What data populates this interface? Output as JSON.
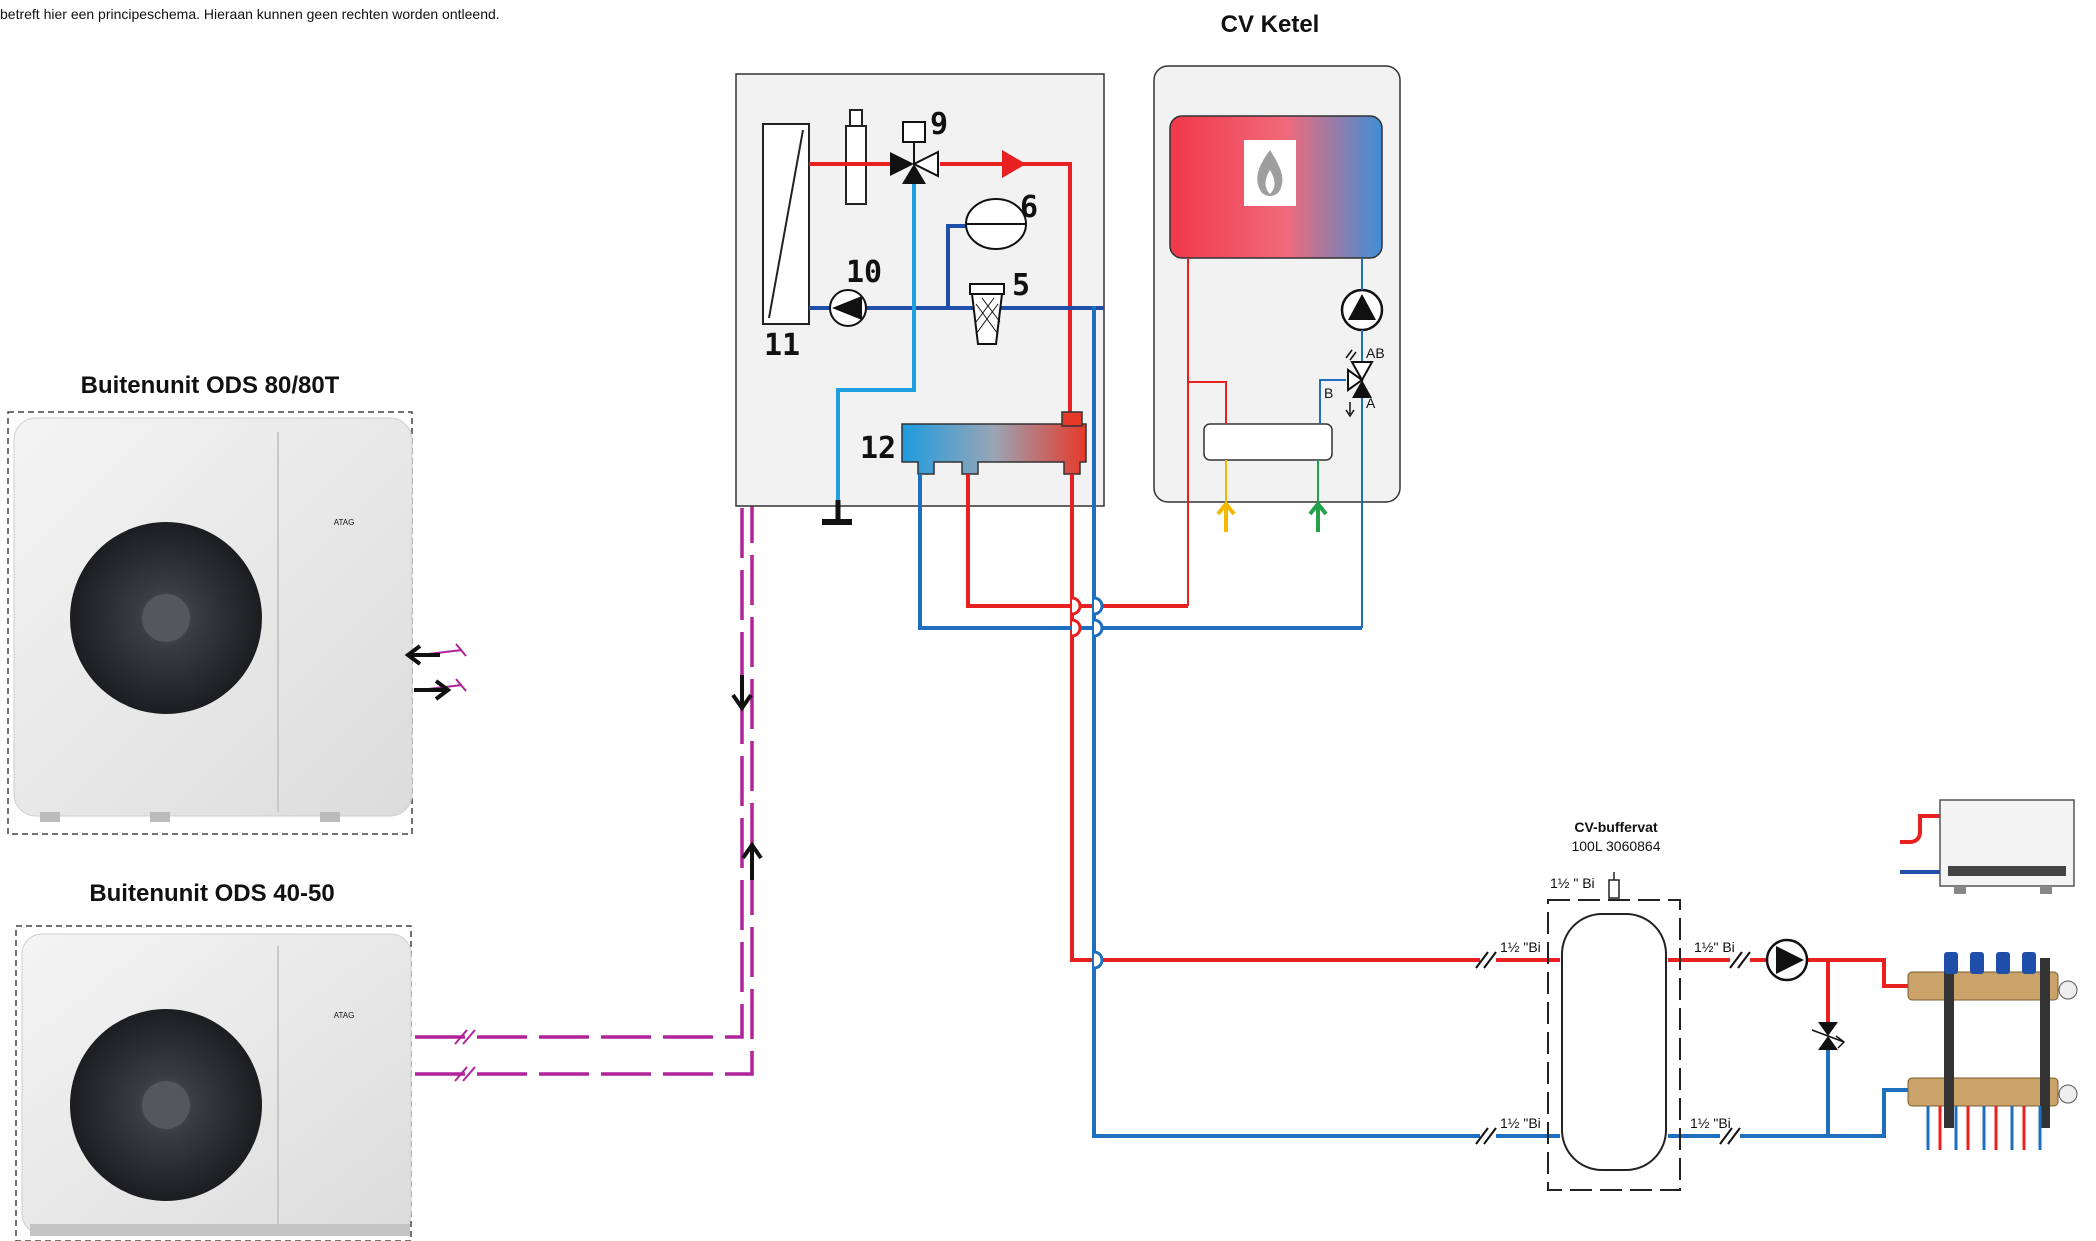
{
  "disclaimer": "betreft hier een principeschema. Hieraan kunnen geen rechten worden ontleend.",
  "boiler": {
    "title": "CV Ketel",
    "valve_ab": "AB",
    "valve_a": "A",
    "valve_b": "B"
  },
  "outdoor_units": [
    {
      "title": "Buitenunit ODS 80/80T",
      "brand": "ATAG"
    },
    {
      "title": "Buitenunit ODS 40-50",
      "brand": "ATAG"
    }
  ],
  "component_numbers": {
    "valve": "9",
    "expansion_vessel": "6",
    "pump": "10",
    "filter": "5",
    "heat_exchanger": "11",
    "hydraulic_header": "12"
  },
  "buffer_vessel": {
    "title": "CV-buffervat",
    "subtitle": "100L 3060864",
    "top_connection": "1½ \" Bi",
    "left_top": "1½ \"Bi",
    "right_top": "1½\" Bi",
    "left_bottom": "1½ \"Bi",
    "right_bottom": "1½ \"Bi"
  },
  "colors": {
    "supply": "#e8201f",
    "return": "#1f6fbf",
    "refrigerant": "#b0239a",
    "gas": "#f5b800",
    "tap_water": "#22a04a"
  }
}
